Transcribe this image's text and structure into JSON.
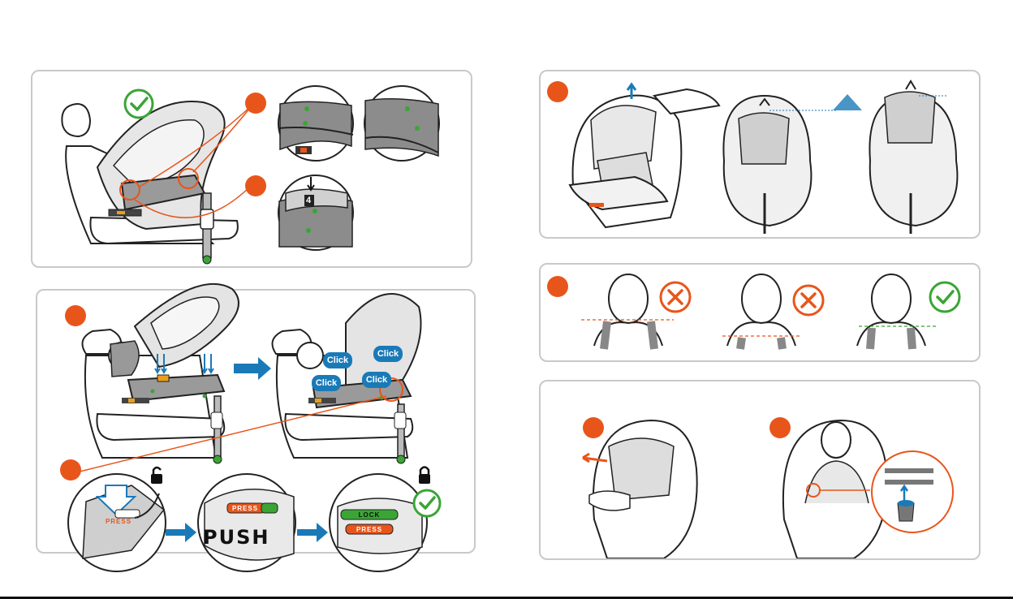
{
  "colors": {
    "accent": "#e8551b",
    "ok": "#3aa535",
    "error": "#e8551b",
    "arrow": "#1a7ab8",
    "panel_border": "#c9c9c9"
  },
  "panel_a": {
    "check_icon": "check-circle-icon",
    "indicator_detail": {
      "number": "4"
    }
  },
  "panel_b": {
    "click_labels": [
      "Click",
      "Click",
      "Click",
      "Click"
    ],
    "push_label": "PUSH",
    "press_label": "PRESS",
    "press_label_2": "PRESS",
    "press_label_3": "PRESS",
    "lock_label": "LOCK",
    "lock_icons": [
      "unlock-icon",
      "lock-icon"
    ]
  },
  "panel_d": {
    "status_icons": [
      "cross-circle-icon",
      "cross-circle-icon",
      "check-circle-icon"
    ]
  }
}
